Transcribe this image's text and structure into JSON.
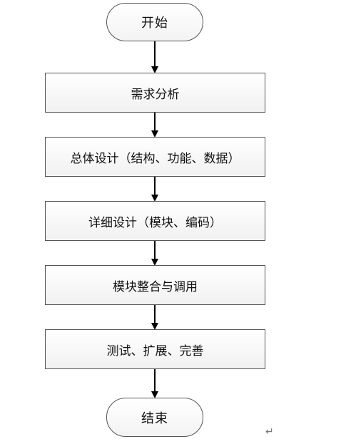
{
  "flowchart": {
    "start": "开始",
    "steps": [
      "需求分析",
      "总体设计（结构、功能、数据）",
      "详细设计（模块、编码）",
      "模块整合与调用",
      "测试、扩展、完善"
    ],
    "end": "结束"
  },
  "return_mark_icon": "↵",
  "colors": {
    "line": "#000000",
    "border": "#555555",
    "fill": "#f2f2f2",
    "text": "#111111"
  }
}
